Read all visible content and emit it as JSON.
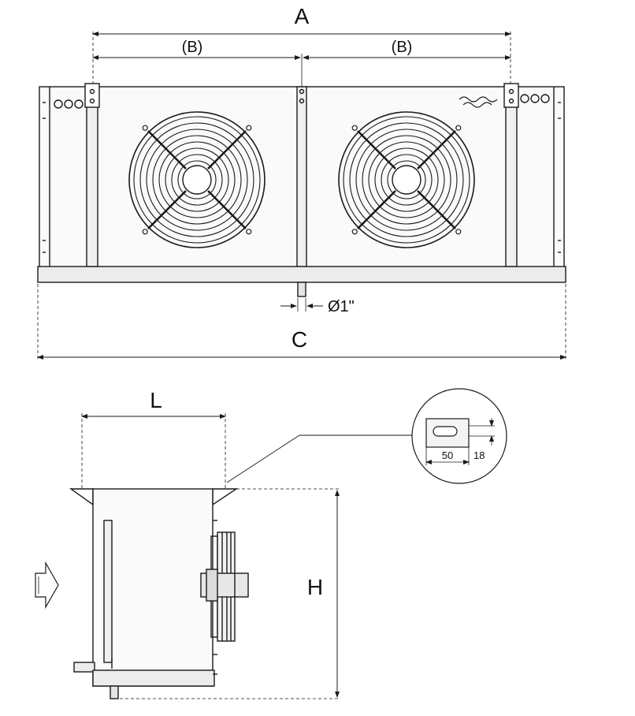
{
  "front_view": {
    "dim_A": "A",
    "dim_B_left": "(B)",
    "dim_B_right": "(B)",
    "dim_C": "C",
    "drain_diameter": "Ø1\""
  },
  "side_view": {
    "dim_L": "L",
    "dim_H": "H"
  },
  "detail": {
    "slot_length": "50",
    "slot_height": "18"
  },
  "colors": {
    "line": "#1a1a1a",
    "panel": "#f4f4f4",
    "background": "#ffffff"
  }
}
